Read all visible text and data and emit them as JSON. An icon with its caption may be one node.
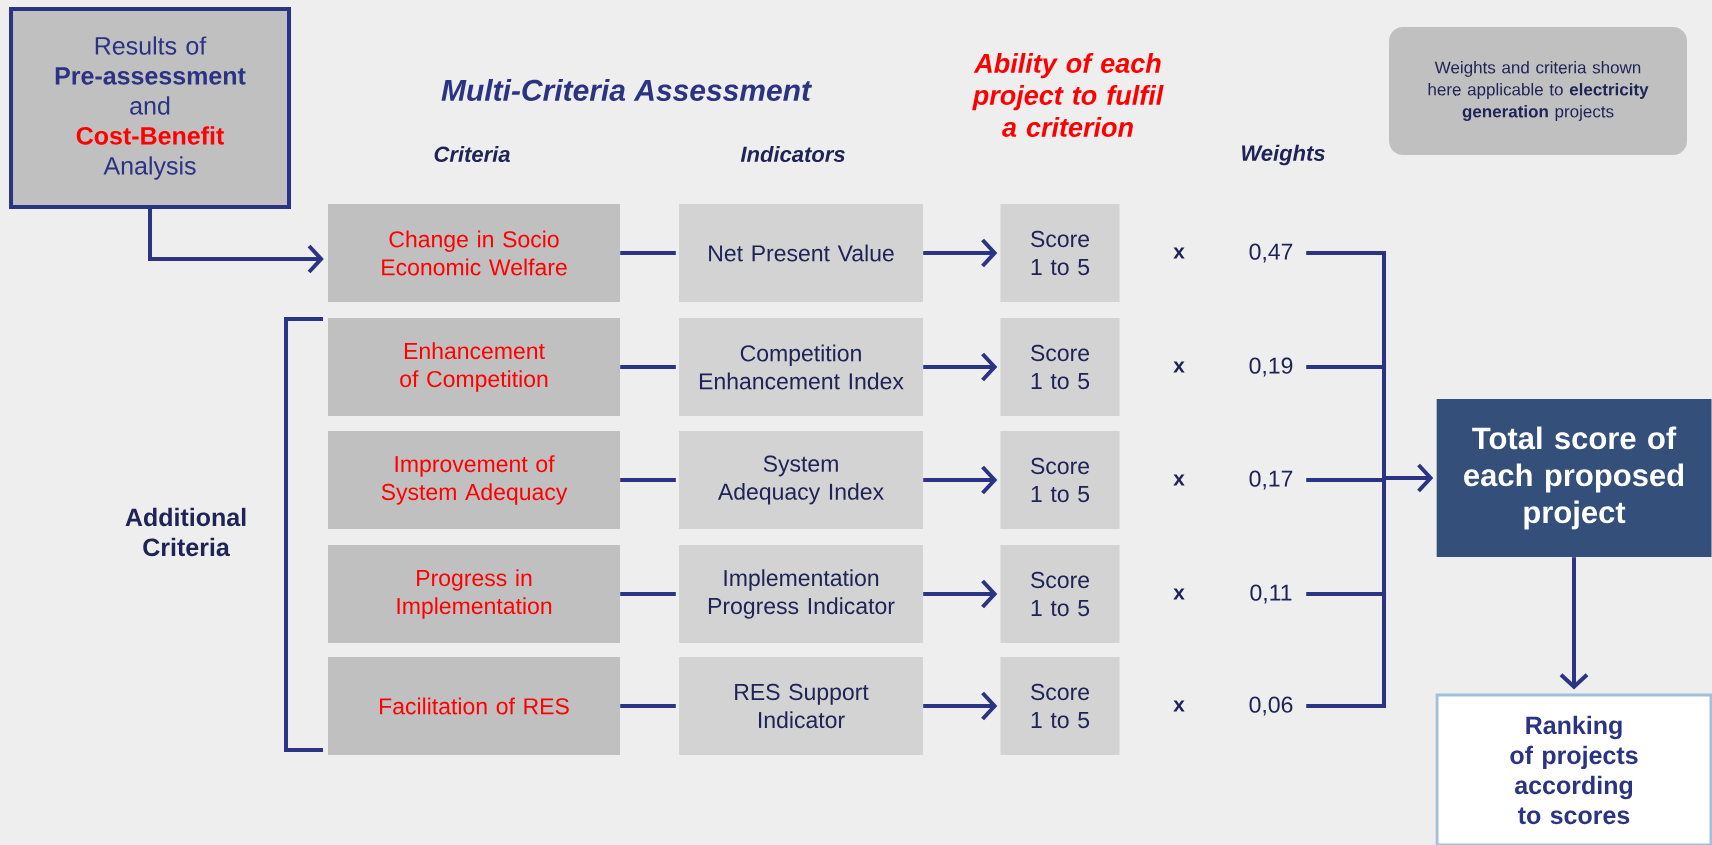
{
  "diagram": {
    "title": "Multi-Criteria Assessment",
    "nodes": [
      {
        "text": [
          "Results of",
          "Pre-assessment",
          "and",
          "Cost-Benefit",
          "Analysis"
        ]
      },
      {
        "text": [
          "Weights and criteria shown here applicable to **electricity generation** projects"
        ]
      },
      {
        "text": [
          "Change in Socio Economic Welfare"
        ]
      },
      {
        "text": [
          "Enhancement of Competition"
        ]
      },
      {
        "text": [
          "Improvement of System Adequacy"
        ]
      },
      {
        "text": [
          "Progress in Implementation"
        ]
      },
      {
        "text": [
          "Facilitation of RES"
        ]
      },
      {
        "text": [
          "Net Present Value"
        ]
      },
      {
        "text": [
          "Competition Enhancement Index"
        ]
      },
      {
        "text": [
          "System Adequacy Index"
        ]
      },
      {
        "text": [
          "Implementation Progress Indicator"
        ]
      },
      {
        "text": [
          "RES Support Indicator"
        ]
      },
      {
        "text": [
          "Score 1 to 5"
        ]
      },
      {
        "text": [
          "Score 1 to 5"
        ]
      },
      {
        "text": [
          "Score 1 to 5"
        ]
      },
      {
        "text": [
          "Score 1 to 5"
        ]
      },
      {
        "text": [
          "Score 1 to 5"
        ]
      },
      {
        "text": [
          "0,47"
        ]
      },
      {
        "text": [
          "0,19"
        ]
      },
      {
        "text": [
          "0,17"
        ]
      },
      {
        "text": [
          "0,11"
        ]
      },
      {
        "text": [
          "0,06"
        ]
      },
      {
        "text": [
          "Total score of each proposed project"
        ]
      },
      {
        "text": [
          "Ranking of projects according to scores"
        ]
      }
    ],
    "edges": [
      {
        "from": 0,
        "to": 2,
        "arrow": "to"
      },
      {
        "from": 2,
        "to": 7,
        "arrow": "none"
      },
      {
        "from": 3,
        "to": 8,
        "arrow": "none"
      },
      {
        "from": 4,
        "to": 9,
        "arrow": "none"
      },
      {
        "from": 5,
        "to": 10,
        "arrow": "none"
      },
      {
        "from": 6,
        "to": 11,
        "arrow": "none"
      },
      {
        "from": 7,
        "to": 12,
        "arrow": "to"
      },
      {
        "from": 8,
        "to": 13,
        "arrow": "to"
      },
      {
        "from": 9,
        "to": 14,
        "arrow": "to"
      },
      {
        "from": 10,
        "to": 15,
        "arrow": "to"
      },
      {
        "from": 11,
        "to": 16,
        "arrow": "to"
      },
      {
        "from": 17,
        "to": 22,
        "arrow": "to"
      },
      {
        "from": 18,
        "to": 22,
        "arrow": "to"
      },
      {
        "from": 19,
        "to": 22,
        "arrow": "to"
      },
      {
        "from": 20,
        "to": 22,
        "arrow": "to"
      },
      {
        "from": 21,
        "to": 22,
        "arrow": "to"
      },
      {
        "from": 22,
        "to": 23,
        "arrow": "to"
      }
    ],
    "labels": [
      "Ability of each project to fulfil a criterion",
      "Criteria",
      "Indicators",
      "Weights",
      "x",
      "x",
      "Additional Criteria",
      "x",
      "x",
      "x"
    ]
  }
}
